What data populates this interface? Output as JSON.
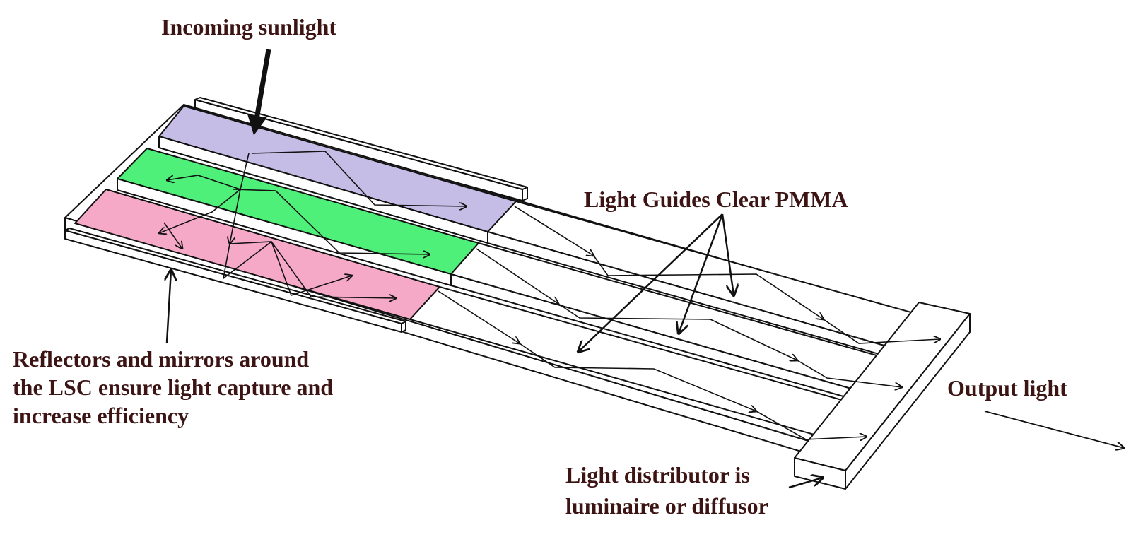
{
  "labels": {
    "incoming_sunlight": "Incoming sunlight",
    "light_guides": "Light Guides Clear PMMA",
    "reflectors": [
      "Reflectors and mirrors around",
      "the LSC ensure light capture and",
      "increase efficiency"
    ],
    "output_light": "Output light",
    "distributor": [
      "Light distributor is",
      "luminaire or diffusor"
    ]
  },
  "colors": {
    "lsc_purple": "#c6bde6",
    "lsc_green": "#4ef07a",
    "lsc_pink": "#f5a9c6",
    "outline": "#111111",
    "text": "#3d1414"
  }
}
